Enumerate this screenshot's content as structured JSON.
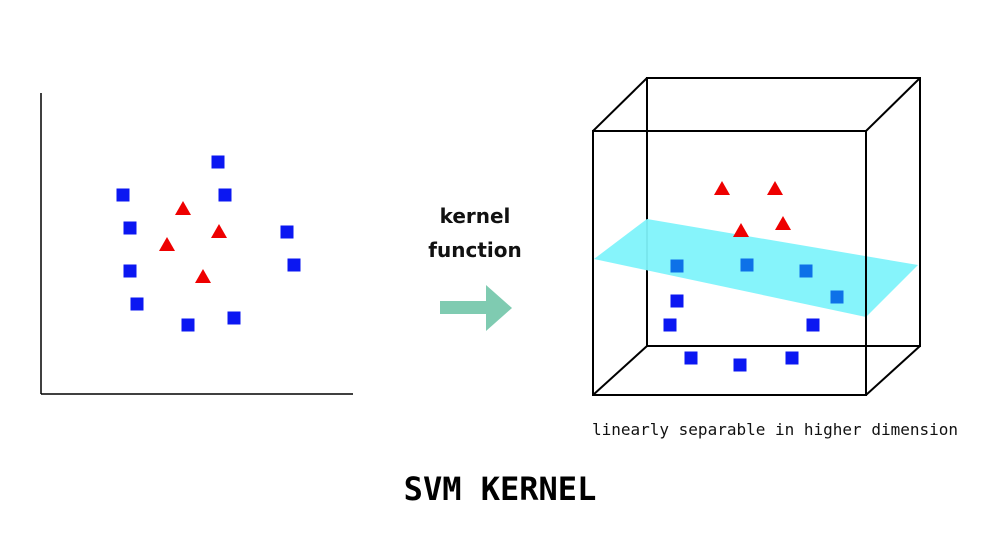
{
  "title": "SVM KERNEL",
  "arrow_label": {
    "line1": "kernel",
    "line2": "function"
  },
  "caption": "linearly separable in higher dimension",
  "colors": {
    "class_square": "#0b17f2",
    "class_square_on_plane": "#0d71e8",
    "class_triangle": "#ee0000",
    "plane": "#7ff3fb",
    "arrow": "#7fcbb1",
    "lines": "#000000"
  },
  "icons": {
    "arrow": "right-arrow-icon",
    "square": "square-marker",
    "triangle": "triangle-marker"
  }
}
